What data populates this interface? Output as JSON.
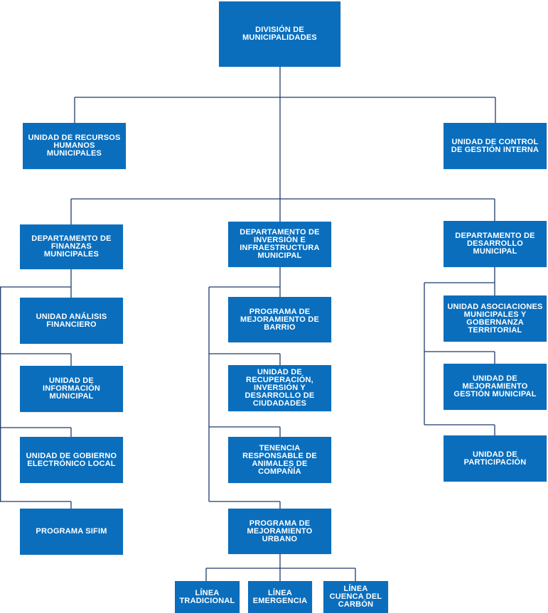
{
  "colors": {
    "box_fill": "#0a6ebd",
    "box_text": "#ffffff",
    "connector": "#1f3a6b"
  },
  "division": "DIVISIÓN DE MUNICIPALIDADES",
  "units_top": {
    "rrhh": "UNIDAD DE RECURSOS HUMANOS MUNICIPALES",
    "control": "UNIDAD DE CONTROL DE GESTIÓN INTERNA"
  },
  "departments": {
    "finanzas": {
      "title": "DEPARTAMENTO DE FINANZAS MUNICIPALES",
      "items": [
        "UNIDAD ANÁLISIS FINANCIERO",
        "UNIDAD DE INFORMACIÓN MUNICIPAL",
        "UNIDAD DE GOBIERNO ELECTRÓNICO LOCAL",
        "PROGRAMA SIFIM"
      ]
    },
    "inversion": {
      "title": "DEPARTAMENTO DE INVERSIÓN E INFRAESTRUCTURA MUNICIPAL",
      "items": [
        "PROGRAMA DE MEJORAMIENTO DE BARRIO",
        "UNIDAD DE RECUPERACIÓN, INVERSIÓN Y DESARROLLO DE CIUDADADES",
        "TENENCIA RESPONSABLE DE ANIMALES DE COMPAÑÍA",
        "PROGRAMA DE MEJORAMIENTO URBANO"
      ],
      "urbano_lines": [
        "LÍNEA TRADICIONAL",
        "LÍNEA EMERGENCIA",
        "LÍNEA CUENCA DEL CARBÓN"
      ]
    },
    "desarrollo": {
      "title": "DEPARTAMENTO DE DESARROLLO MUNICIPAL",
      "items": [
        "UNIDAD ASOCIACIONES MUNICIPALES Y GOBERNANZA TERRITORIAL",
        "UNIDAD DE MEJORAMIENTO GESTIÓN MUNICIPAL",
        "UNIDAD DE PARTICIPACIÓN"
      ]
    }
  }
}
